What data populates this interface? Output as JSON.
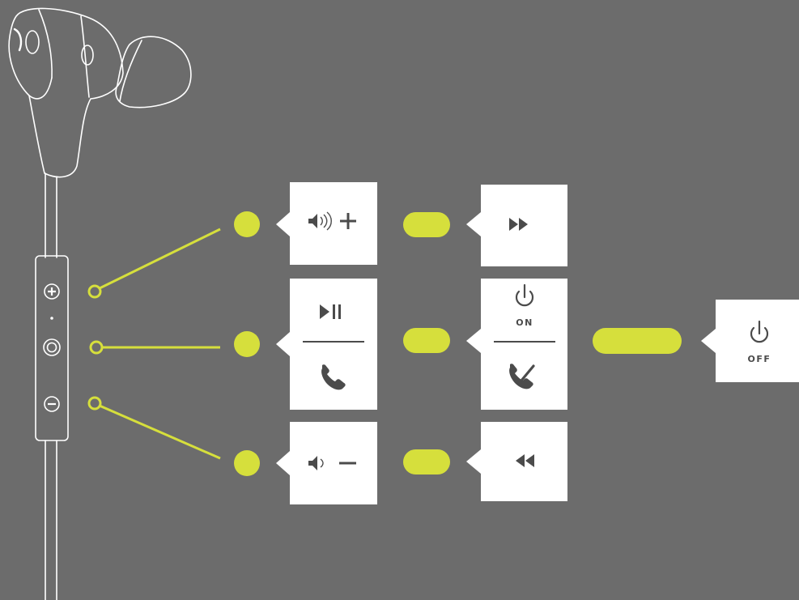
{
  "colors": {
    "background": "#6c6c6c",
    "accent": "#d6df3c",
    "card": "#ffffff",
    "icon": "#4b4b4b",
    "outline": "#ffffff"
  },
  "earphone": {
    "remote_buttons": [
      "plus-icon",
      "microphone-icon",
      "minus-icon"
    ]
  },
  "rows": [
    {
      "name": "volume-up",
      "single_press": {
        "icons": [
          "speaker-loud-icon",
          "plus-icon"
        ]
      },
      "long_press": {
        "icons": [
          "fast-forward-icon"
        ]
      }
    },
    {
      "name": "multifunction",
      "single_press": {
        "icons": [
          "play-pause-icon",
          "phone-icon"
        ]
      },
      "long_press": {
        "icons": [
          "power-icon",
          "end-call-icon"
        ],
        "label": "ON"
      },
      "extra_long_press": {
        "icons": [
          "power-icon"
        ],
        "label": "OFF"
      }
    },
    {
      "name": "volume-down",
      "single_press": {
        "icons": [
          "speaker-soft-icon",
          "minus-icon"
        ]
      },
      "long_press": {
        "icons": [
          "rewind-icon"
        ]
      }
    }
  ]
}
